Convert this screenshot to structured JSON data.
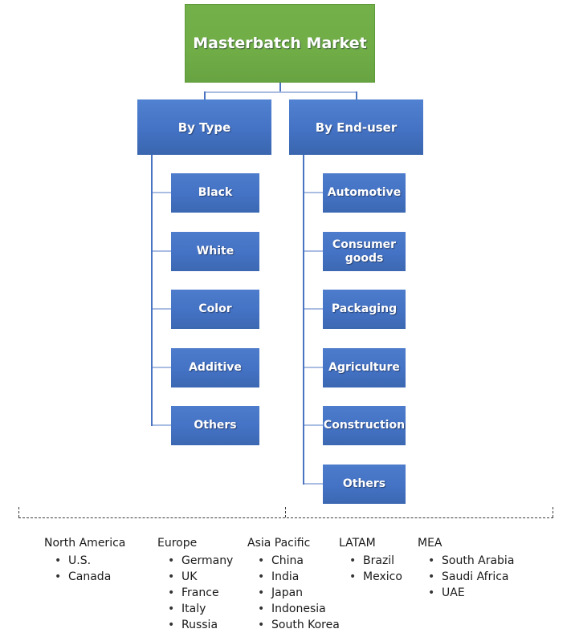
{
  "title": {
    "label": "Masterbatch Market"
  },
  "branches": [
    {
      "label": "By Type",
      "children": [
        "Black",
        "White",
        "Color",
        "Additive",
        "Others"
      ]
    },
    {
      "label": "By End-user",
      "children": [
        "Automotive",
        "Consumer goods",
        "Packaging",
        "Agriculture",
        "Construction",
        "Others"
      ]
    }
  ],
  "regions": [
    {
      "name": "North America",
      "countries": [
        "U.S.",
        "Canada"
      ]
    },
    {
      "name": "Europe",
      "countries": [
        "Germany",
        "UK",
        "France",
        "Italy",
        "Russia"
      ]
    },
    {
      "name": "Asia Pacific",
      "countries": [
        "China",
        "India",
        "Japan",
        "Indonesia",
        "South Korea"
      ]
    },
    {
      "name": "LATAM",
      "countries": [
        "Brazil",
        "Mexico"
      ]
    },
    {
      "name": "MEA",
      "countries": [
        "South Arabia",
        "Saudi Africa",
        "UAE"
      ]
    }
  ],
  "colors": {
    "root_green": "#70AD47",
    "node_blue": "#4472C4",
    "connector_dark_blue": "#4A74C0",
    "connector_light_blue": "#A9BCE2",
    "dashed_line": "#3C3C3C",
    "box_text": "#FFFFFF",
    "region_text": "#1A1A1A"
  }
}
